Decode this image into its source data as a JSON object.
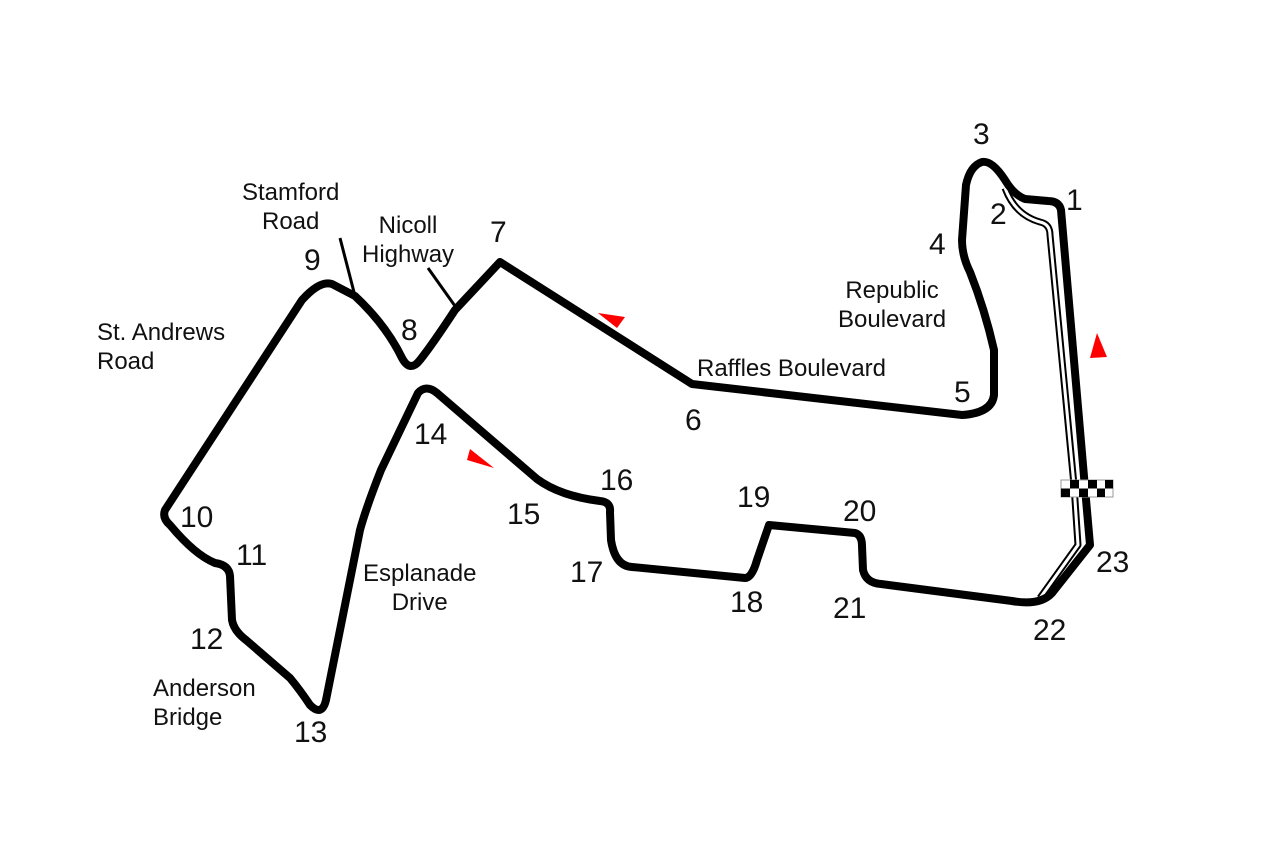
{
  "colors": {
    "track": "#000000",
    "direction_arrow": "#ff0000"
  },
  "corners": [
    "1",
    "2",
    "3",
    "4",
    "5",
    "6",
    "7",
    "8",
    "9",
    "10",
    "11",
    "12",
    "13",
    "14",
    "15",
    "16",
    "17",
    "18",
    "19",
    "20",
    "21",
    "22",
    "23"
  ],
  "roads": {
    "stamford": "Stamford\nRoad",
    "nicoll": "Nicoll\nHighway",
    "st_andrews": "St. Andrews\nRoad",
    "republic": "Republic\nBoulevard",
    "raffles": "Raffles Boulevard",
    "esplanade": "Esplanade\nDrive",
    "anderson": "Anderson\nBridge"
  }
}
